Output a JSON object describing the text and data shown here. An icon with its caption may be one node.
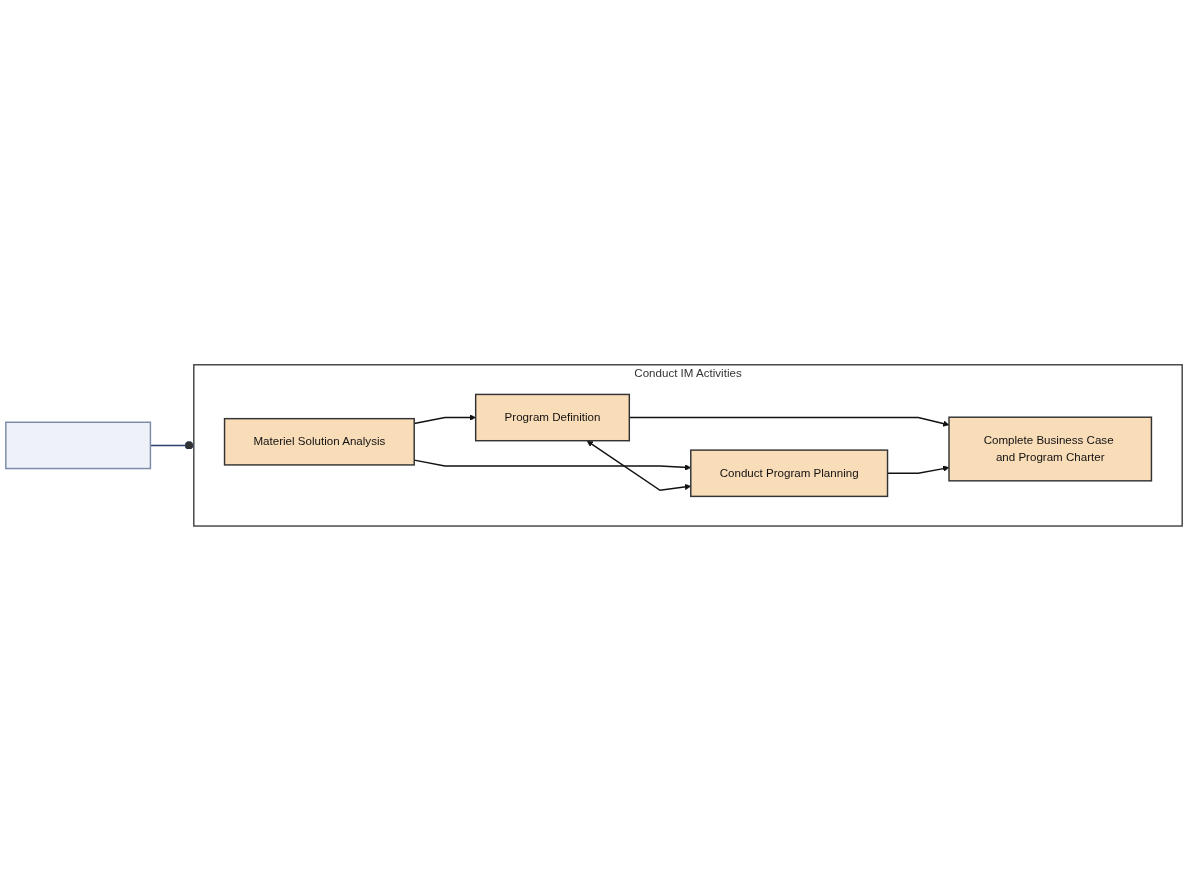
{
  "diagram": {
    "nodes": [
      {
        "text": [
          "Conduct IM Activities"
        ]
      },
      {
        "text": [
          "Materiel Solution Analysis"
        ],
        "in": 0
      },
      {
        "text": [
          "Program Definition"
        ],
        "in": 0
      },
      {
        "text": [
          "Conduct Program Planning"
        ],
        "in": 0
      },
      {
        "text": [
          "Complete Business Case and Program Charter"
        ],
        "in": 0
      },
      {
        "text": [],
        "shape": "picture"
      }
    ],
    "edges": [
      {
        "from": 1,
        "to": 2,
        "arrow": "to"
      },
      {
        "from": 1,
        "to": 3,
        "arrow": "to"
      },
      {
        "from": 2,
        "to": 3,
        "arrow": "both"
      },
      {
        "from": 2,
        "to": 4,
        "arrow": "to"
      },
      {
        "from": 3,
        "to": 4,
        "arrow": "to"
      },
      {
        "from": 5,
        "to": 0,
        "arrow": "other",
        "color": "#2b3f6b"
      }
    ]
  }
}
